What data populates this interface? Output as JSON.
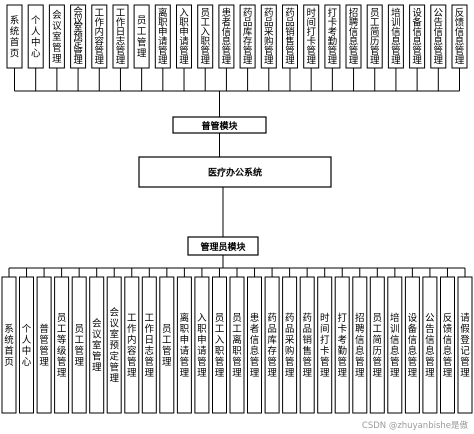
{
  "diagram": {
    "top_hub": "普管模块",
    "center_hub": "医疗办公系统",
    "bottom_hub": "管理员模块",
    "top_modules": [
      "系统首页",
      "个人中心",
      "会议室管理",
      "会议室预定管理",
      "工作内容管理",
      "工作日志管理",
      "员工管理",
      "离职申请管理",
      "入职申请管理",
      "员工入职管理",
      "患者信息管理",
      "药品库存管理",
      "药品采购管理",
      "药品销售管理",
      "时间打卡管理",
      "打卡考勤管理",
      "招聘信息管理",
      "员工简历管理",
      "培训信息管理",
      "设备信息管理",
      "公告信息管理",
      "反馈信息管理"
    ],
    "bottom_modules": [
      "系统首页",
      "个人中心",
      "普管管理",
      "员工等级管理",
      "员工管理",
      "会议室管理",
      "会议室预定管理",
      "工作内容管理",
      "工作日志管理",
      "员工管理",
      "离职申请管理",
      "入职申请管理",
      "员工入职管理",
      "员工离职管理",
      "患者信息管理",
      "药品库存管理",
      "药品采购管理",
      "药品销售管理",
      "时间打卡管理",
      "打卡考勤管理",
      "招聘信息管理",
      "员工简历管理",
      "培训信息管理",
      "设备信息管理",
      "公告信息管理",
      "反馈信息管理",
      "请假登记管理"
    ]
  },
  "watermark": "CSDN @zhuyanbishe是傲"
}
